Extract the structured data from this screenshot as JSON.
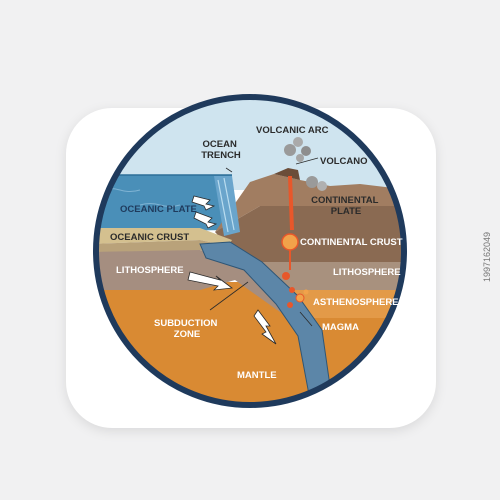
{
  "diagram": {
    "labels": {
      "volcanic_arc": "VOLCANIC ARC",
      "ocean_trench": "OCEAN\nTRENCH",
      "volcano": "VOLCANO",
      "oceanic_plate": "OCEANIC PLATE",
      "continental_plate": "CONTINENTAL\nPLATE",
      "oceanic_crust": "OCEANIC CRUST",
      "continental_crust": "CONTINENTAL CRUST",
      "lithosphere_left": "LITHOSPHERE",
      "lithosphere_right": "LITHOSPHERE",
      "asthenosphere": "ASTHENOSPHERE",
      "subduction_zone": "SUBDUCTION\nZONE",
      "magma": "MAGMA",
      "mantle": "MANTLE"
    }
  },
  "watermark": {
    "id": "1997162049"
  },
  "colors": {
    "sea": "#4a8fb8",
    "sky": "#cfe4ef",
    "mantle": "#d98a33",
    "lithosphere": "#a58e80",
    "continental": "#8a6a52",
    "ring": "#1f3a5c",
    "magma": "#e8572a"
  }
}
